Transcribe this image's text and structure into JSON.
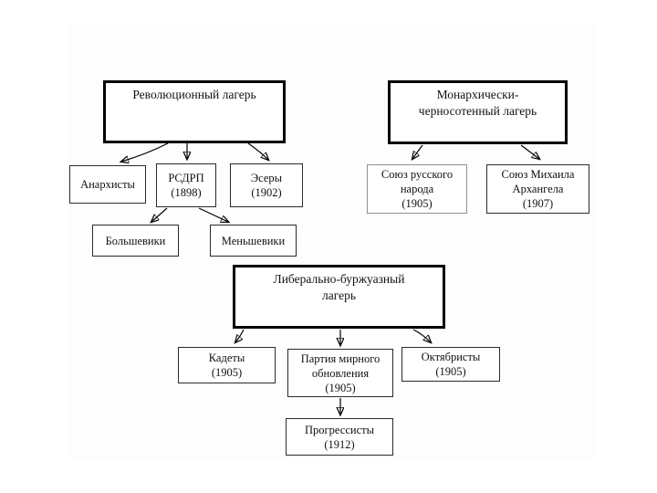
{
  "colors": {
    "page_bg": "#ffffff",
    "panel_bg": "#fdfdfd",
    "box_bg": "#ffffff",
    "text": "#111111",
    "thin_border": "#2b2b2b",
    "thick_border": "#000000",
    "light_border": "#8f8f8f",
    "arrow": "#000000"
  },
  "nodes": {
    "rev_camp": {
      "lines": [
        "Революционный лагерь"
      ]
    },
    "mon_camp": {
      "lines": [
        "Монархически-",
        "черносотенный лагерь"
      ]
    },
    "lib_camp": {
      "lines": [
        "Либерально-буржуазный",
        "лагерь"
      ]
    },
    "anarchists": {
      "lines": [
        "Анархисты"
      ]
    },
    "rsdrp": {
      "lines": [
        "РСДРП",
        "(1898)"
      ]
    },
    "esery": {
      "lines": [
        "Эсеры",
        "(1902)"
      ]
    },
    "bolsheviks": {
      "lines": [
        "Большевики"
      ]
    },
    "mensheviks": {
      "lines": [
        "Меньшевики"
      ]
    },
    "union_russian_people": {
      "lines": [
        "Союз русского",
        "народа",
        "(1905)"
      ]
    },
    "union_michael_archangel": {
      "lines": [
        "Союз Михаила",
        "Архангела",
        "(1907)"
      ]
    },
    "kadets": {
      "lines": [
        "Кадеты",
        "(1905)"
      ]
    },
    "peaceful_renewal": {
      "lines": [
        "Партия мирного",
        "обновления",
        "(1905)"
      ]
    },
    "octobrists": {
      "lines": [
        "Октябристы",
        "(1905)"
      ]
    },
    "progressists": {
      "lines": [
        "Прогрессисты",
        "(1912)"
      ]
    }
  },
  "edges": [
    {
      "from": "rev_camp",
      "to": "anarchists"
    },
    {
      "from": "rev_camp",
      "to": "rsdrp"
    },
    {
      "from": "rev_camp",
      "to": "esery"
    },
    {
      "from": "rsdrp",
      "to": "bolsheviks"
    },
    {
      "from": "rsdrp",
      "to": "mensheviks"
    },
    {
      "from": "mon_camp",
      "to": "union_russian_people"
    },
    {
      "from": "mon_camp",
      "to": "union_michael_archangel"
    },
    {
      "from": "lib_camp",
      "to": "kadets"
    },
    {
      "from": "lib_camp",
      "to": "peaceful_renewal"
    },
    {
      "from": "lib_camp",
      "to": "octobrists"
    },
    {
      "from": "peaceful_renewal",
      "to": "progressists"
    }
  ]
}
